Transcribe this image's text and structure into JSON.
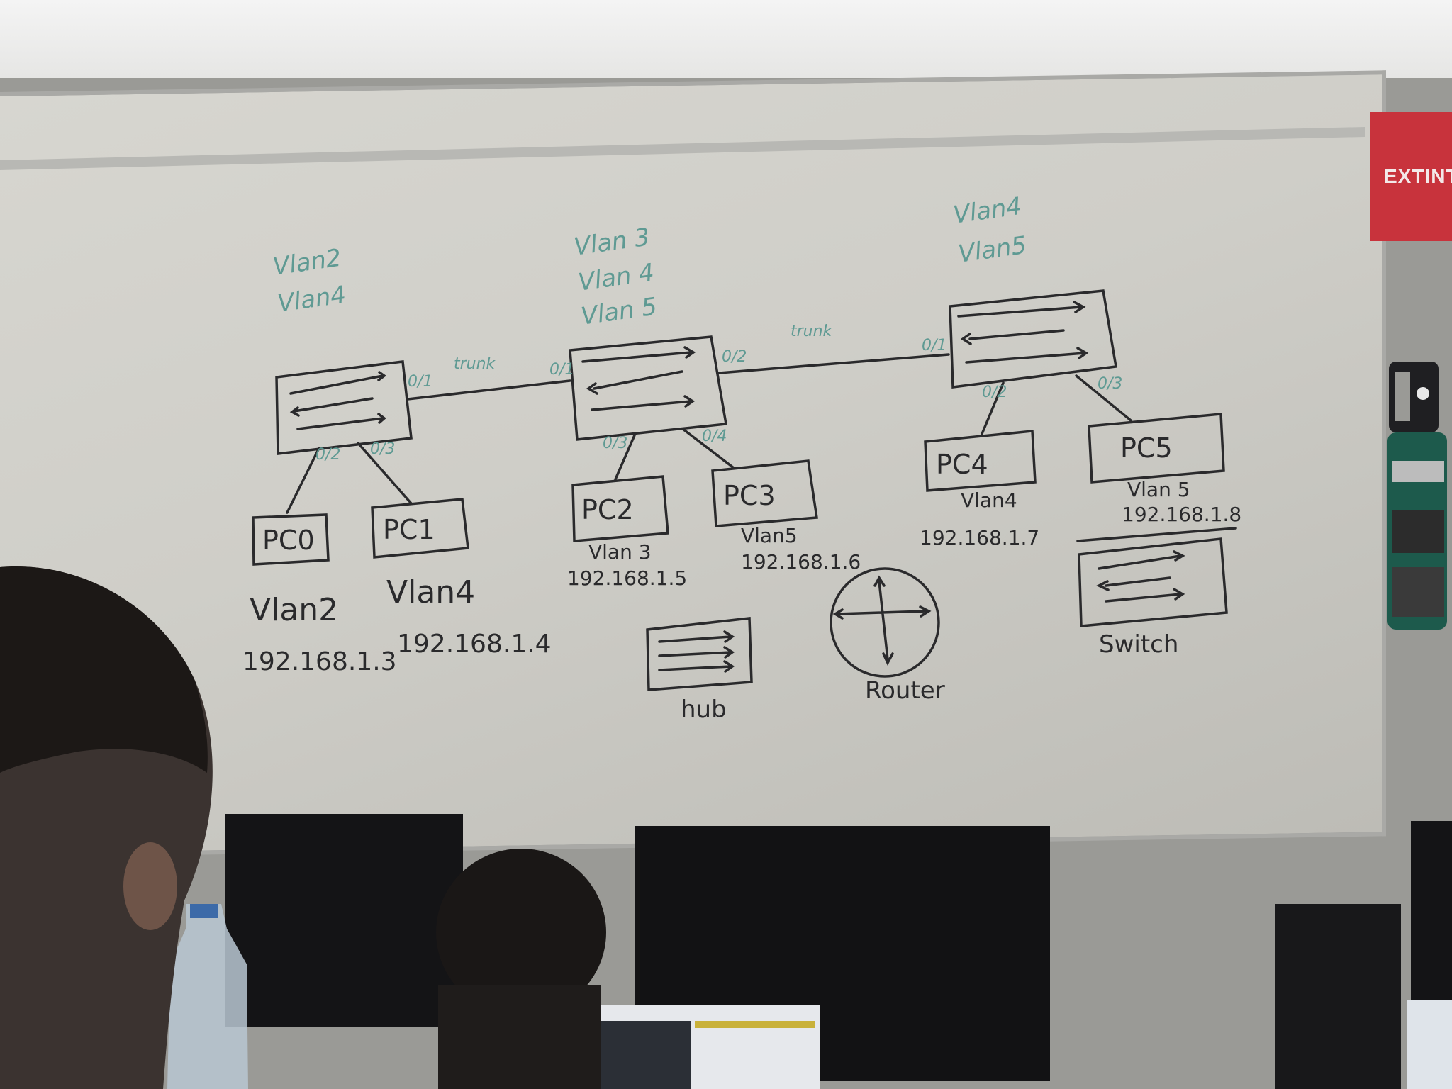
{
  "sign": {
    "text": "EXTINT"
  },
  "switches": [
    {
      "vlans": [
        "Vlan2",
        "Vlan4"
      ],
      "ports": [
        "0/1",
        "0/2",
        "0/3"
      ],
      "trunk_label": "trunk"
    },
    {
      "vlans": [
        "Vlan 3",
        "Vlan 4",
        "Vlan 5"
      ],
      "ports": [
        "0/1",
        "0/2",
        "0/3",
        "0/4"
      ],
      "trunk_label": "trunk"
    },
    {
      "vlans": [
        "Vlan4",
        "Vlan5"
      ],
      "ports": [
        "0/1",
        "0/2",
        "0/3"
      ]
    }
  ],
  "pcs": [
    {
      "label": "PC0",
      "vlan": "Vlan2",
      "ip": "192.168.1.3"
    },
    {
      "label": "PC1",
      "vlan": "Vlan4",
      "ip": "192.168.1.4"
    },
    {
      "label": "PC2",
      "vlan": "Vlan 3",
      "ip": "192.168.1.5"
    },
    {
      "label": "PC3",
      "vlan": "Vlan5",
      "ip": "192.168.1.6"
    },
    {
      "label": "PC4",
      "vlan": "Vlan4",
      "ip": "192.168.1.7"
    },
    {
      "label": "PC5",
      "vlan": "Vlan 5",
      "ip": "192.168.1.8"
    }
  ],
  "legend": {
    "hub": "hub",
    "router": "Router",
    "switch": "Switch"
  }
}
